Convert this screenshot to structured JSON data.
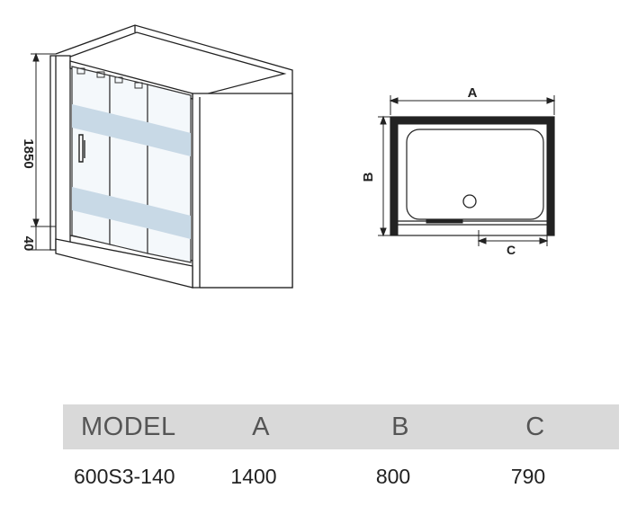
{
  "dimension_labels": {
    "height_main": "1850",
    "height_base": "40",
    "width": "A",
    "depth": "B",
    "opening": "C"
  },
  "table": {
    "headers": [
      "MODEL",
      "A",
      "B",
      "C"
    ],
    "rows": [
      [
        "600S3-140",
        "1400",
        "800",
        "790"
      ]
    ]
  },
  "colors": {
    "line": "#222222",
    "glass_band": "#c8d9e6",
    "table_header_bg": "#d9d9d9"
  }
}
